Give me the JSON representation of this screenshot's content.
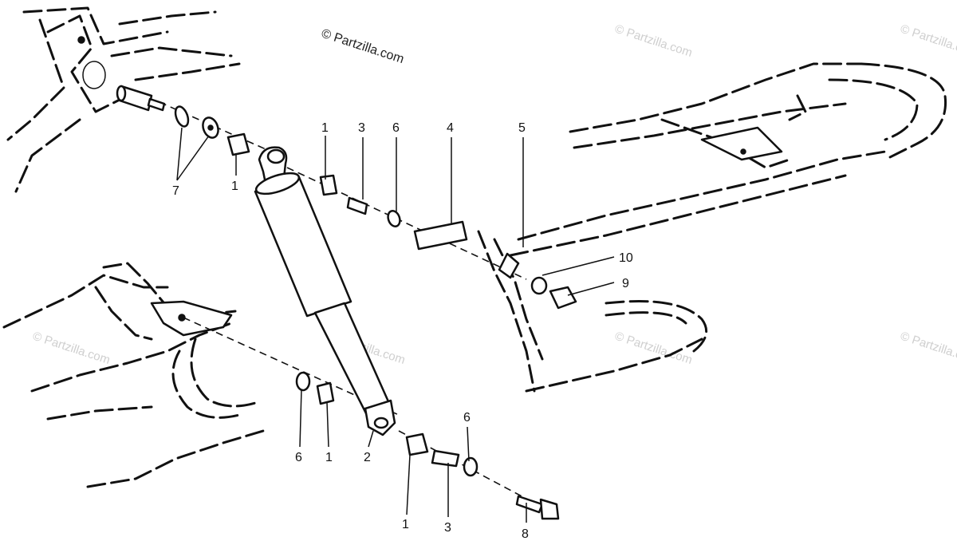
{
  "watermark": {
    "main": "© Partzilla.com",
    "repeat": "© Partzilla.com"
  },
  "callouts": {
    "n1_top_left": "1",
    "n7": "7",
    "n1_upper": "1",
    "n3_upper": "3",
    "n6_upper": "6",
    "n4": "4",
    "n5": "5",
    "n10": "10",
    "n9": "9",
    "n6_lower_left": "6",
    "n1_lower_left": "1",
    "n2": "2",
    "n6_lower_right": "6",
    "n1_bottom": "1",
    "n3_bottom": "3",
    "n8": "8"
  },
  "colors": {
    "ink": "#111111",
    "watermark": "#cfcfcf",
    "background": "#ffffff"
  }
}
